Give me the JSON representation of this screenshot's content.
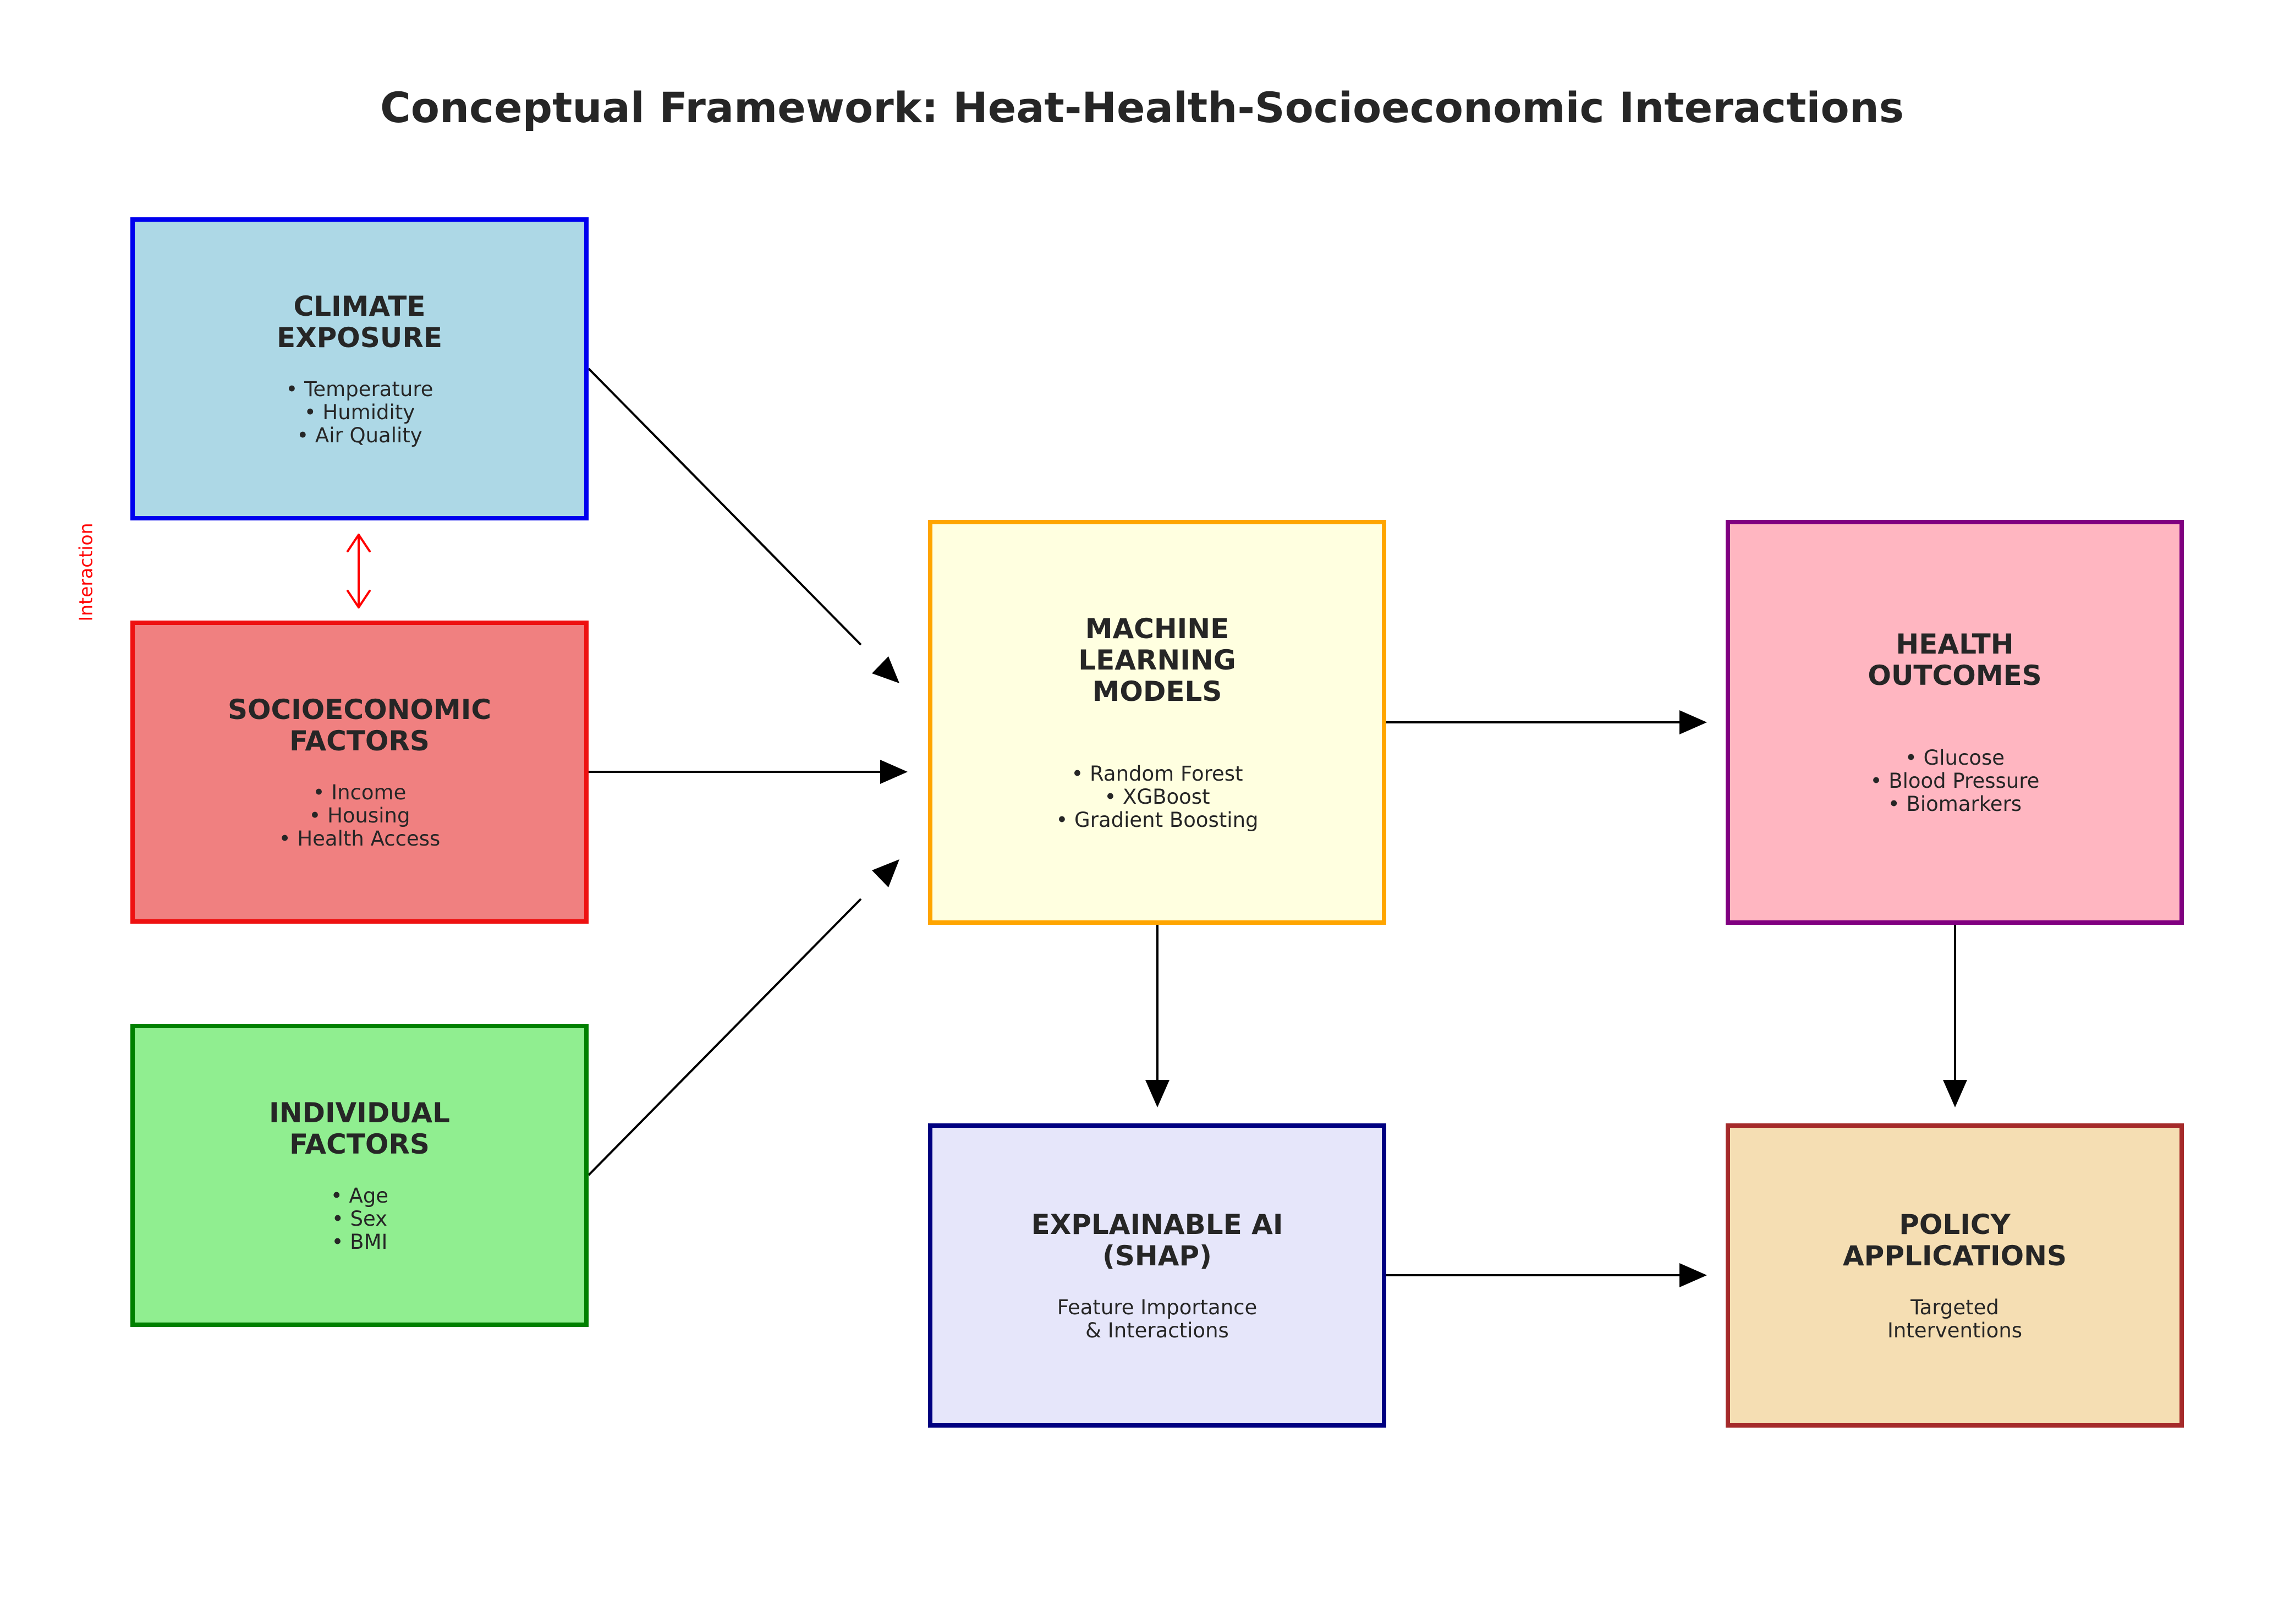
{
  "title": "Conceptual Framework: Heat-Health-Socioeconomic Interactions",
  "boxes": {
    "climate": {
      "title": "CLIMATE\nEXPOSURE",
      "details": "• Temperature\n• Humidity\n• Air Quality",
      "fill": "#add8e6",
      "border": "#0000ee"
    },
    "socio": {
      "title": "SOCIOECONOMIC\nFACTORS",
      "details": "• Income\n• Housing\n• Health Access",
      "fill": "#f08080",
      "border": "#ee1111"
    },
    "individual": {
      "title": "INDIVIDUAL\nFACTORS",
      "details": "• Age\n• Sex\n• BMI",
      "fill": "#90ee90",
      "border": "#008000"
    },
    "ml": {
      "title": "MACHINE\nLEARNING\nMODELS",
      "details": "• Random Forest\n• XGBoost\n• Gradient Boosting",
      "fill": "#ffffe0",
      "border": "#ffa500"
    },
    "health": {
      "title": "HEALTH\nOUTCOMES",
      "details": "• Glucose\n• Blood Pressure\n• Biomarkers",
      "fill": "#ffb6c1",
      "border": "#800080"
    },
    "xai": {
      "title": "EXPLAINABLE AI\n(SHAP)",
      "details": "Feature Importance\n& Interactions",
      "fill": "#e6e6fa",
      "border": "#000080"
    },
    "policy": {
      "title": "POLICY\nAPPLICATIONS",
      "details": "Targeted\nInterventions",
      "fill": "#f5deb3",
      "border": "#a52a2a"
    }
  },
  "interaction": {
    "label": "Interaction",
    "color": "#ff0000"
  },
  "arrow_color": "#000000"
}
